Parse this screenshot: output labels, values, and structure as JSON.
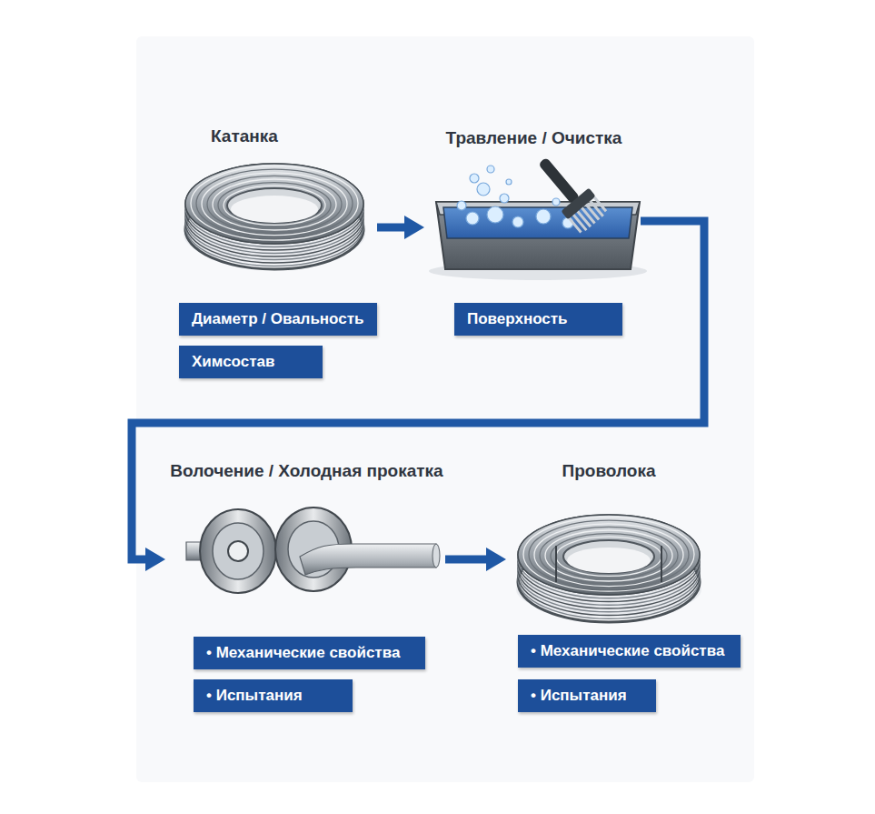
{
  "diagram": {
    "nodes": [
      {
        "text": [
          "Катанка"
        ]
      },
      {
        "text": [
          "Травление / Очистка"
        ]
      },
      {
        "text": [
          "Волочение / Холодная прокатка"
        ]
      },
      {
        "text": [
          "Проволока"
        ]
      },
      {
        "text": [
          "Диаметр / Овальность"
        ]
      },
      {
        "text": [
          "Химсостав"
        ]
      },
      {
        "text": [
          "Поверхность"
        ]
      },
      {
        "text": [
          "• Механические свойства"
        ]
      },
      {
        "text": [
          "• Испытания"
        ]
      },
      {
        "text": [
          "• Механические свойства"
        ]
      },
      {
        "text": [
          "• Испытания"
        ]
      }
    ],
    "edges": [
      {
        "from": 0,
        "to": 1,
        "arrow": "to"
      },
      {
        "from": 1,
        "to": 2,
        "arrow": "to"
      },
      {
        "from": 2,
        "to": 3,
        "arrow": "to"
      }
    ]
  }
}
